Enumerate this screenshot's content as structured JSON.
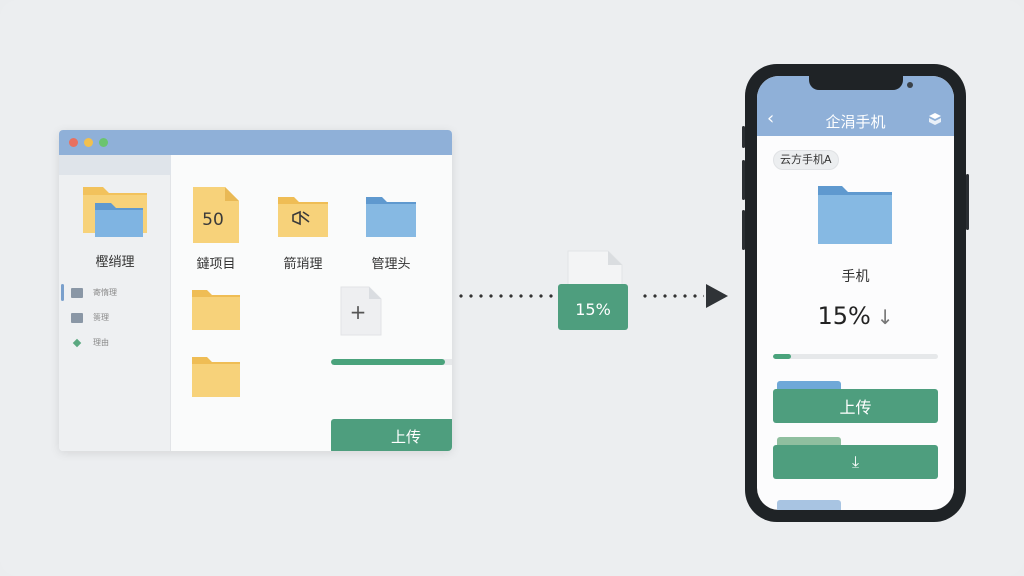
{
  "colors": {
    "accent_blue": "#8fb0d8",
    "accent_green": "#4e9e7e",
    "folder_yellow": "#f7d27a",
    "folder_blue": "#6fa8d8"
  },
  "desktop": {
    "sidebar": {
      "folder_label": "樫绡理",
      "items": [
        {
          "label": "寄惰理",
          "icon": "folder-icon"
        },
        {
          "label": "篑理",
          "icon": "folder-icon"
        },
        {
          "label": "理由",
          "icon": "diamond-icon"
        }
      ]
    },
    "files": [
      {
        "label": "鐽项目",
        "glyph": "50",
        "icon": "document-icon"
      },
      {
        "label": "箭琑理",
        "icon": "folder-icon"
      },
      {
        "label": "管理头",
        "icon": "folder-icon"
      }
    ],
    "new_file_glyph": "+",
    "progress": 0.76,
    "upload_label": "上传"
  },
  "transfer": {
    "percent_label": "15%"
  },
  "phone": {
    "header": {
      "back": "‹",
      "title": "企涓手机"
    },
    "chip": "云方手机A",
    "folder_label": "手机",
    "percent_label": "15%",
    "download_glyph": "↓",
    "progress": 0.11,
    "upload_label": "上传",
    "download_button_glyph": "⤓"
  }
}
